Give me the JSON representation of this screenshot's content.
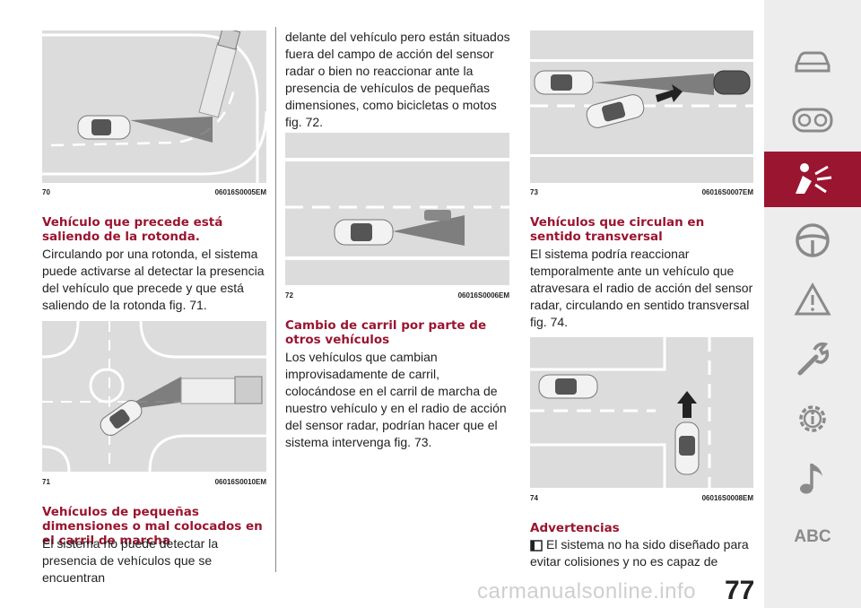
{
  "figures": [
    {
      "num": "70",
      "code": "06016S0005EM"
    },
    {
      "num": "71",
      "code": "06016S0010EM"
    },
    {
      "num": "72",
      "code": "06016S0006EM"
    },
    {
      "num": "73",
      "code": "06016S0007EM"
    },
    {
      "num": "74",
      "code": "06016S0008EM"
    }
  ],
  "col1": {
    "h1": "Vehículo que precede está saliendo de la rotonda.",
    "p1": "Circulando por una rotonda, el sistema puede activarse al detectar la presencia del vehículo que precede y que está saliendo de la rotonda fig. 71.",
    "h2": "Vehículos de pequeñas dimensiones o mal colocados en el carril de marcha",
    "p2": "El sistema no puede detectar la presencia de vehículos que se encuentran"
  },
  "col2": {
    "p1": "delante del vehículo pero están situados fuera del campo de acción del sensor radar o bien no reaccionar ante la presencia de vehículos de pequeñas dimensiones, como bicicletas o motos fig. 72.",
    "h1": "Cambio de carril por parte de otros vehículos",
    "p2": "Los vehículos que cambian improvisadamente de carril, colocándose en el carril de marcha de nuestro vehículo y en el radio de acción del sensor radar, podrían hacer que el sistema intervenga fig. 73."
  },
  "col3": {
    "h1": "Vehículos que circulan en sentido transversal",
    "p1": "El sistema podría reaccionar temporalmente ante un vehículo que atravesara el radio de acción del sensor radar, circulando en sentido transversal fig. 74.",
    "h2": "Advertencias",
    "p2": "El sistema no ha sido diseñado para evitar colisiones y no es capaz de"
  },
  "sidebar": {
    "icons": [
      "car-icon",
      "dashboard-icon",
      "safety-icon",
      "steering-wheel-icon",
      "warning-icon",
      "wrench-icon",
      "settings-icon",
      "music-note-icon"
    ],
    "active_index": 2,
    "abc_label": "ABC",
    "active_color": "#9a1530",
    "icon_color": "#8a8a8a"
  },
  "page_number": "77",
  "watermark": "carmanualsonline.info"
}
